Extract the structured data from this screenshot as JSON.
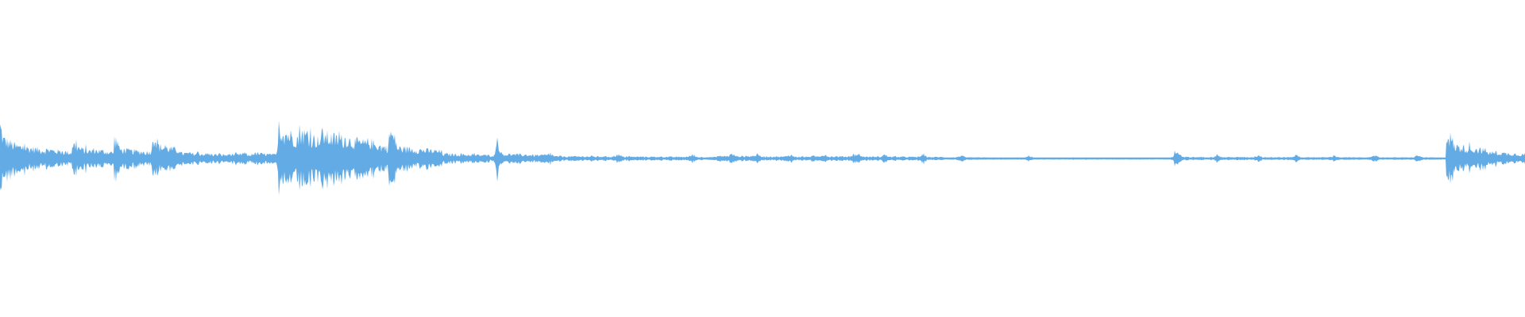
{
  "waveform": {
    "color": "#63abe4",
    "background": "#ffffff",
    "duration_fraction_segments": [
      {
        "start": 0.0,
        "end": 0.002,
        "amp": 0.19
      },
      {
        "start": 0.002,
        "end": 0.01,
        "amp": 0.11
      },
      {
        "start": 0.01,
        "end": 0.03,
        "amp": 0.07
      },
      {
        "start": 0.03,
        "end": 0.047,
        "amp": 0.05
      },
      {
        "start": 0.047,
        "end": 0.05,
        "amp": 0.09
      },
      {
        "start": 0.05,
        "end": 0.06,
        "amp": 0.06
      },
      {
        "start": 0.06,
        "end": 0.075,
        "amp": 0.05
      },
      {
        "start": 0.075,
        "end": 0.078,
        "amp": 0.11
      },
      {
        "start": 0.078,
        "end": 0.1,
        "amp": 0.05
      },
      {
        "start": 0.1,
        "end": 0.104,
        "amp": 0.13
      },
      {
        "start": 0.104,
        "end": 0.118,
        "amp": 0.07
      },
      {
        "start": 0.118,
        "end": 0.15,
        "amp": 0.03
      },
      {
        "start": 0.15,
        "end": 0.165,
        "amp": 0.025
      },
      {
        "start": 0.165,
        "end": 0.182,
        "amp": 0.03
      },
      {
        "start": 0.182,
        "end": 0.196,
        "amp": 0.17
      },
      {
        "start": 0.196,
        "end": 0.21,
        "amp": 0.15
      },
      {
        "start": 0.21,
        "end": 0.24,
        "amp": 0.13
      },
      {
        "start": 0.24,
        "end": 0.255,
        "amp": 0.09
      },
      {
        "start": 0.255,
        "end": 0.26,
        "amp": 0.15
      },
      {
        "start": 0.26,
        "end": 0.29,
        "amp": 0.06
      },
      {
        "start": 0.29,
        "end": 0.325,
        "amp": 0.025
      },
      {
        "start": 0.325,
        "end": 0.328,
        "amp": 0.09
      },
      {
        "start": 0.328,
        "end": 0.36,
        "amp": 0.025
      },
      {
        "start": 0.36,
        "end": 0.47,
        "amp": 0.012
      },
      {
        "start": 0.47,
        "end": 0.53,
        "amp": 0.014
      },
      {
        "start": 0.53,
        "end": 0.62,
        "amp": 0.012
      },
      {
        "start": 0.62,
        "end": 0.7,
        "amp": 0.006
      },
      {
        "start": 0.7,
        "end": 0.77,
        "amp": 0.004
      },
      {
        "start": 0.77,
        "end": 0.775,
        "amp": 0.03
      },
      {
        "start": 0.775,
        "end": 0.948,
        "amp": 0.008
      },
      {
        "start": 0.948,
        "end": 0.953,
        "amp": 0.15
      },
      {
        "start": 0.953,
        "end": 0.975,
        "amp": 0.07
      },
      {
        "start": 0.975,
        "end": 1.0,
        "amp": 0.035
      }
    ],
    "bumps": [
      0.05,
      0.077,
      0.1,
      0.16,
      0.183,
      0.197,
      0.212,
      0.227,
      0.243,
      0.256,
      0.327,
      0.361,
      0.405,
      0.454,
      0.48,
      0.496,
      0.518,
      0.54,
      0.56,
      0.563,
      0.58,
      0.605,
      0.63,
      0.675,
      0.77,
      0.798,
      0.825,
      0.85,
      0.875,
      0.902,
      0.93
    ]
  }
}
